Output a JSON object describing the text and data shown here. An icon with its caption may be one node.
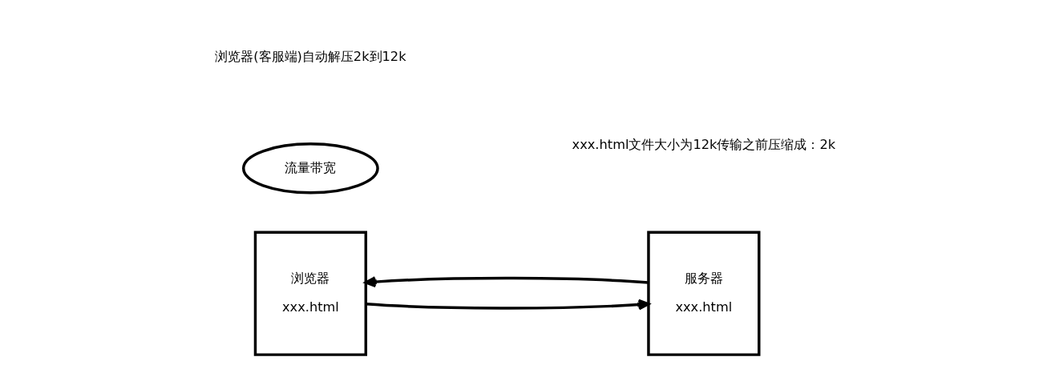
{
  "diagram": {
    "nodes": [
      {
        "text": [
          "浏览器",
          "xxx.html"
        ]
      },
      {
        "text": [
          "流量带宽"
        ]
      },
      {
        "text": [
          "服务器",
          "xxx.html"
        ]
      }
    ],
    "edges": [
      {
        "from": 0,
        "to": 2,
        "arrow": "to"
      },
      {
        "from": 2,
        "to": 0,
        "arrow": "to"
      }
    ],
    "labels": [
      "浏览器(客服端)自动解压2k到12k",
      "xxx.html文件大小为12k传输之前压缩成：2k"
    ]
  }
}
